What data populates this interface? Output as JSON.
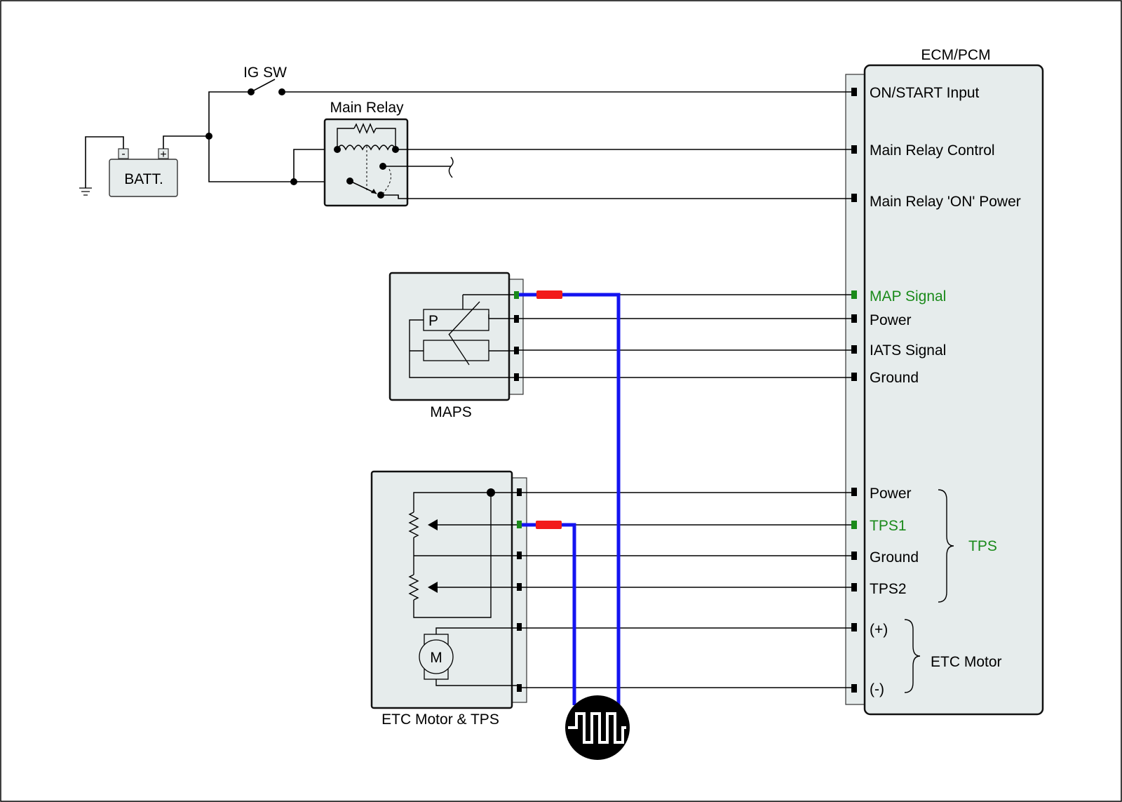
{
  "diagram": {
    "components": {
      "ecm": "ECM/PCM",
      "ig_sw": "IG SW",
      "main_relay": "Main Relay",
      "battery": "BATT.",
      "battery_minus": "-",
      "battery_plus": "+",
      "maps": "MAPS",
      "maps_pressure": "P",
      "etc_assembly": "ETC Motor & TPS",
      "motor": "M"
    },
    "ecm_pins": [
      {
        "label": "ON/START Input",
        "highlight": false
      },
      {
        "label": "Main Relay Control",
        "highlight": false
      },
      {
        "label": "Main Relay 'ON' Power",
        "highlight": false
      },
      {
        "label": "MAP Signal",
        "highlight": true
      },
      {
        "label": "Power",
        "highlight": false
      },
      {
        "label": "IATS Signal",
        "highlight": false
      },
      {
        "label": "Ground",
        "highlight": false
      },
      {
        "label": "Power",
        "highlight": false
      },
      {
        "label": "TPS1",
        "highlight": true
      },
      {
        "label": "Ground",
        "highlight": false
      },
      {
        "label": "TPS2",
        "highlight": false
      },
      {
        "label": "(+)",
        "highlight": false
      },
      {
        "label": "(-)",
        "highlight": false
      }
    ],
    "groups": {
      "tps": "TPS",
      "etc_motor": "ETC Motor"
    },
    "colors": {
      "highlight": "#1a8a1a",
      "probe_wire": "#1414f0",
      "probe_tip": "#f21a1a",
      "component_fill": "#e6ecec"
    },
    "icons": {
      "oscilloscope": "square-wave-icon",
      "ground": "ground-icon",
      "switch": "switch-icon"
    }
  }
}
